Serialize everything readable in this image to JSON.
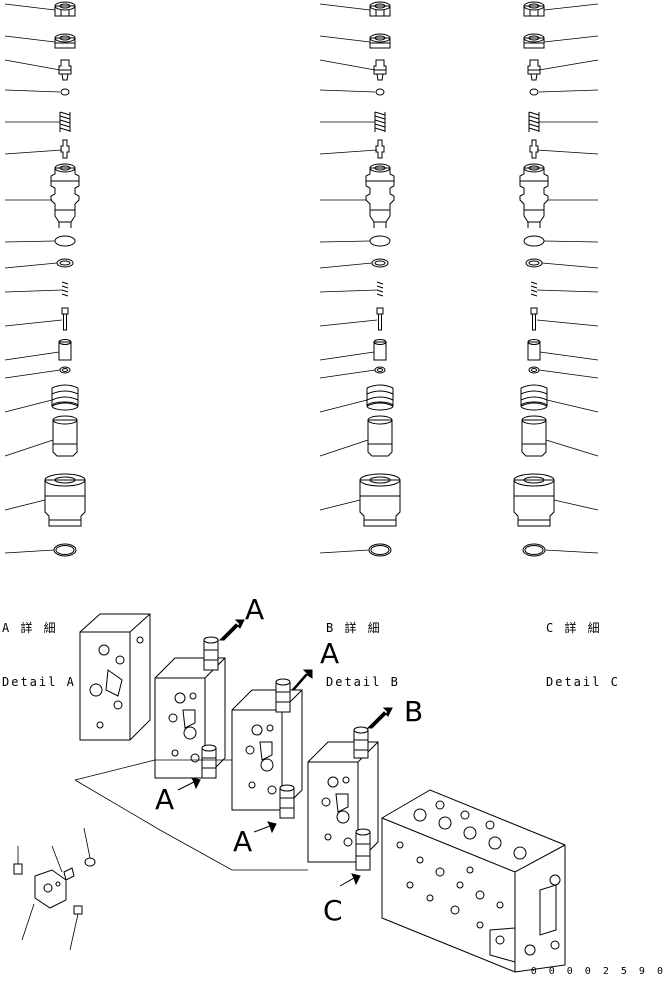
{
  "details": [
    {
      "jp": "A 詳 細",
      "en": "Detail A"
    },
    {
      "jp": "B 詳 細",
      "en": "Detail B"
    },
    {
      "jp": "C 詳 細",
      "en": "Detail C"
    }
  ],
  "callouts": [
    "A",
    "A",
    "B",
    "A",
    "A",
    "C"
  ],
  "doc_number": "0 0 0 0 2 5 9 0",
  "colors": {
    "ink": "#000000",
    "paper": "#ffffff"
  }
}
